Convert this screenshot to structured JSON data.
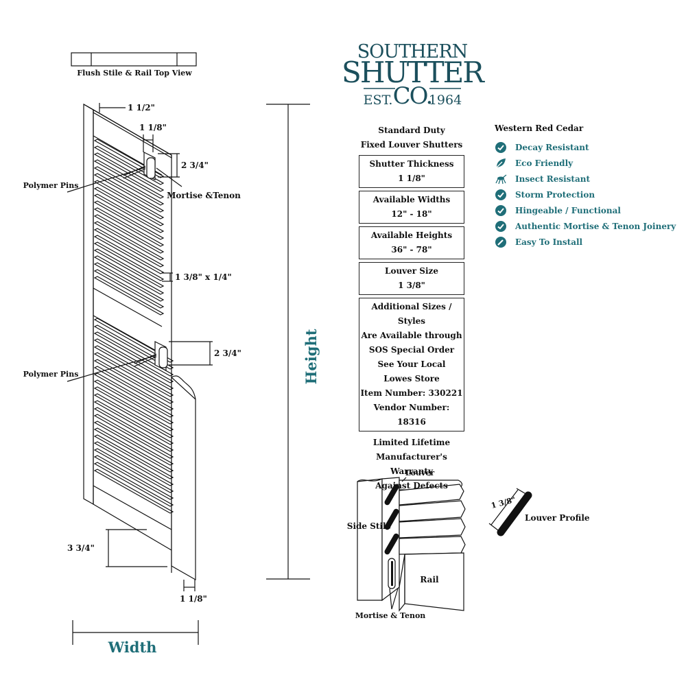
{
  "brand": {
    "logo_top": "SOUTHERN",
    "logo_mid": "SHUTTER",
    "logo_est": "EST.",
    "logo_co": "CO.",
    "logo_year": "1964",
    "color": "#1b4f5c"
  },
  "diagram": {
    "top_view_caption": "Flush Stile & Rail Top View",
    "dim_top_stile": "1 1/2\"",
    "dim_mortise_w": "1 1/8\"",
    "dim_tenon_top": "2 3/4\"",
    "dim_louver": "1 3/8\" x 1/4\"",
    "dim_tenon_bottom": "2 3/4\"",
    "dim_bottom_rail": "3 3/4\"",
    "dim_bottom_thick": "1 1/8\"",
    "polymer_pins_top": "Polymer Pins",
    "polymer_pins_bottom": "Polymer Pins",
    "mortise_tenon_top": "Mortise &Tenon",
    "height_label": "Height",
    "width_label": "Width",
    "accent_color": "#1f6e78"
  },
  "specs": {
    "header": [
      "Standard Duty",
      "Fixed Louver Shutters"
    ],
    "boxes": [
      {
        "title": "Shutter Thickness",
        "value": "1 1/8\""
      },
      {
        "title": "Available Widths",
        "value": "12\" - 18\""
      },
      {
        "title": "Available Heights",
        "value": "36\" - 78\""
      },
      {
        "title": "Louver Size",
        "value": "1 3/8\""
      }
    ],
    "additional": [
      "Additional Sizes / Styles",
      "Are Available through",
      "SOS Special Order",
      "See Your Local",
      "Lowes Store",
      "Item Number: 330221",
      "Vendor Number: 18316"
    ],
    "footer": [
      "Limited Lifetime",
      "Manufacturer's Warranty",
      "Against Defects"
    ]
  },
  "features": {
    "title": "Western Red Cedar",
    "items": [
      {
        "label": "Decay Resistant",
        "icon": "check-badge-icon"
      },
      {
        "label": "Eco Friendly",
        "icon": "leaf-icon"
      },
      {
        "label": "Insect Resistant",
        "icon": "insect-icon"
      },
      {
        "label": "Storm Protection",
        "icon": "check-badge-icon"
      },
      {
        "label": "Hingeable / Functional",
        "icon": "check-badge-icon"
      },
      {
        "label": "Authentic Mortise & Tenon Joinery",
        "icon": "check-badge-icon"
      },
      {
        "label": "Easy To Install",
        "icon": "pencil-badge-icon"
      }
    ],
    "color": "#1f6e78"
  },
  "detail": {
    "louver": "Louver",
    "side_stile": "Side Stile",
    "rail": "Rail",
    "mortise_tenon": "Mortise & Tenon",
    "profile_dim": "1 3/8\"",
    "profile_label": "Louver Profile"
  }
}
